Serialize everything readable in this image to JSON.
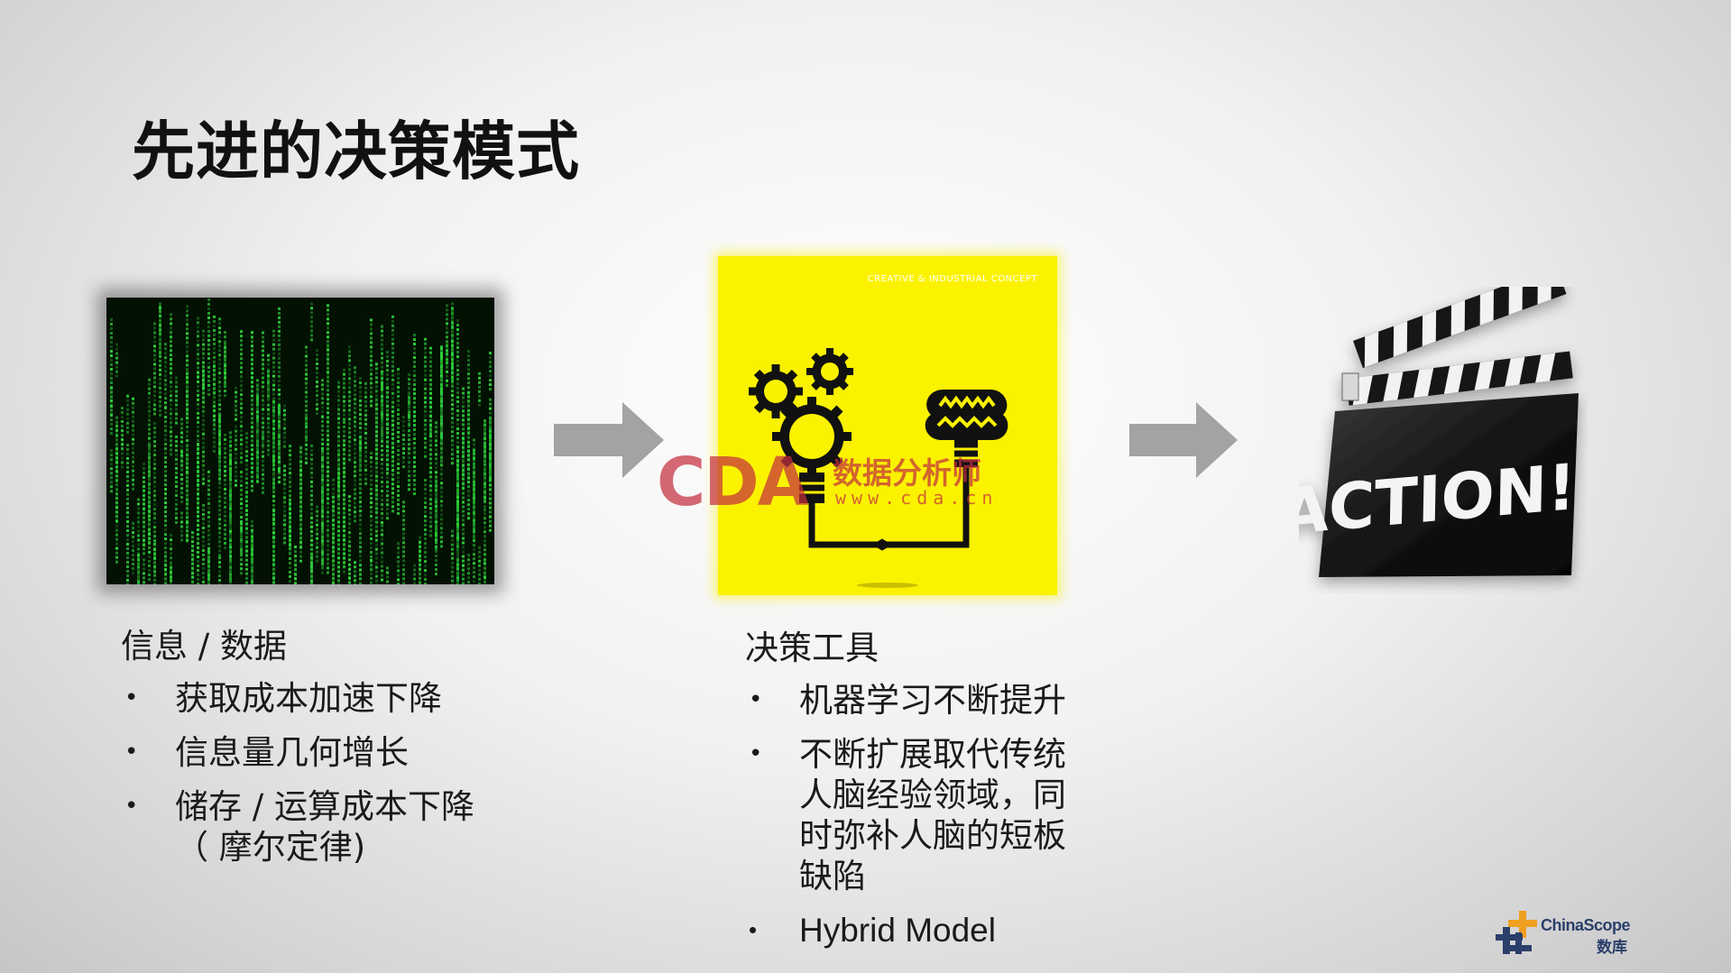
{
  "slide": {
    "title": "先进的决策模式"
  },
  "images": {
    "matrix_icon": "matrix-code-image",
    "concept_icon": "gears-and-brain-icon",
    "concept_caption": "CREATIVE & INDUSTRIAL CONCEPT",
    "clapper_icon": "clapperboard-icon",
    "clapper_text": "ACTION!"
  },
  "watermark": {
    "letters": "CDA",
    "cn": "数据分析师",
    "url": "www.cda.cn"
  },
  "left_column": {
    "heading": "信息 / 数据",
    "items": [
      "获取成本加速下降",
      "信息量几何增长",
      "储存 / 运算成本下降（ 摩尔定律)"
    ]
  },
  "mid_column": {
    "heading": "决策工具",
    "items": [
      "机器学习不断提升",
      "不断扩展取代传统人脑经验领域，同时弥补人脑的短板缺陷",
      "Hybrid Model"
    ]
  },
  "logo": {
    "name": "ChinaScope",
    "cn": "数库"
  },
  "colors": {
    "concept_yellow": "#fbf200",
    "matrix_green": "#2ecf3a",
    "arrow_gray": "#a3a3a3",
    "watermark_red": "#c42e3e",
    "logo_orange": "#f0a020",
    "logo_navy": "#2a3f6a"
  }
}
